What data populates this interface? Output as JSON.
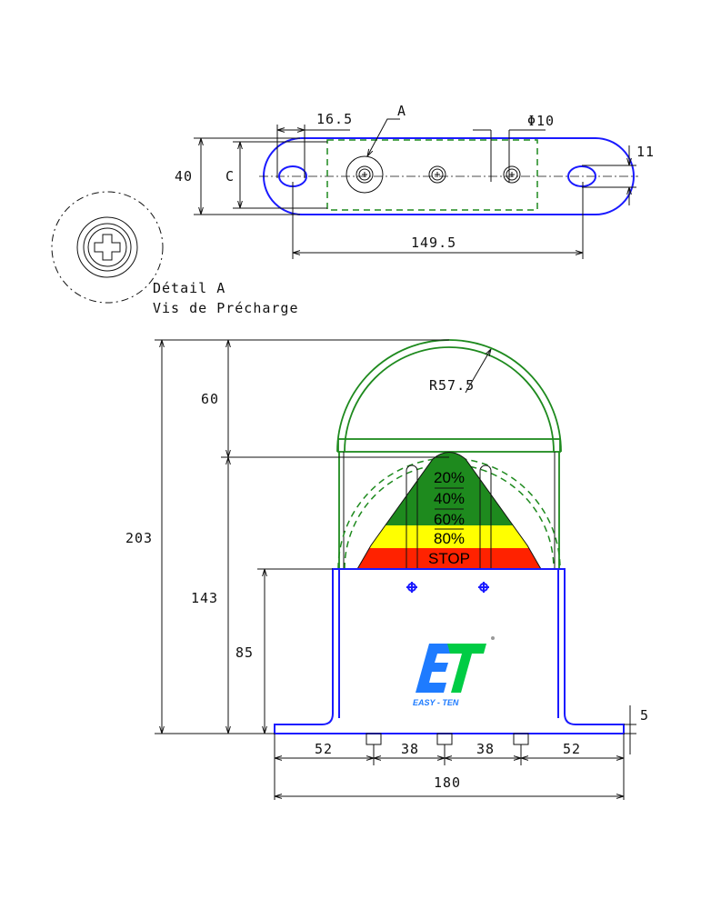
{
  "top_view": {
    "dim_16_5": "16.5",
    "label_a": "A",
    "dim_phi10": "Φ10",
    "dim_40": "40",
    "dim_c": "C",
    "dim_11": "11",
    "dim_149_5": "149.5"
  },
  "detail": {
    "title": "Détail A",
    "subtitle": "Vis de Précharge"
  },
  "front_view": {
    "radius": "R57.5",
    "dim_203": "203",
    "dim_60": "60",
    "dim_143": "143",
    "dim_85": "85",
    "dim_5": "5",
    "dim_52_left": "52",
    "dim_38_left": "38",
    "dim_38_right": "38",
    "dim_52_right": "52",
    "dim_180": "180",
    "indicator": [
      "20%",
      "40%",
      "60%",
      "80%",
      "STOP"
    ],
    "logo_text": "EASY - TEN",
    "colors": {
      "green": "#1e8a1e",
      "yellow": "#ffff00",
      "red": "#ff2200",
      "blue": "#1a1aff",
      "logo_blue": "#1e7bff",
      "logo_green": "#00cc44"
    }
  }
}
